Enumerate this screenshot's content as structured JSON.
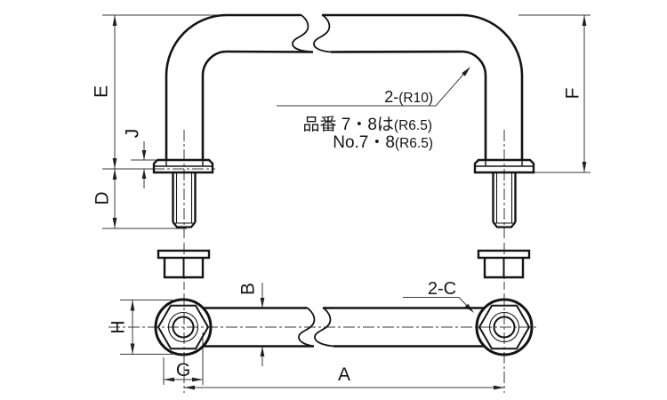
{
  "drawing": {
    "background": "#ffffff",
    "colors": {
      "object_line": "#141414",
      "dimension_line": "#3a3a3a",
      "text": "#141414"
    },
    "dims": {
      "e": "E",
      "j": "J",
      "d": "D",
      "f": "F",
      "h": "H",
      "b": "B",
      "g": "G",
      "a": "A"
    },
    "annotations": {
      "bend_radius_prefix": "2-",
      "bend_radius_paren": "(R10)",
      "variant_jp_main": "品番 7・8は",
      "variant_jp_paren": "(R6.5)",
      "variant_no_main": "No.7・8",
      "variant_no_paren": "(R6.5)",
      "chamfer_label": "2-C"
    }
  }
}
